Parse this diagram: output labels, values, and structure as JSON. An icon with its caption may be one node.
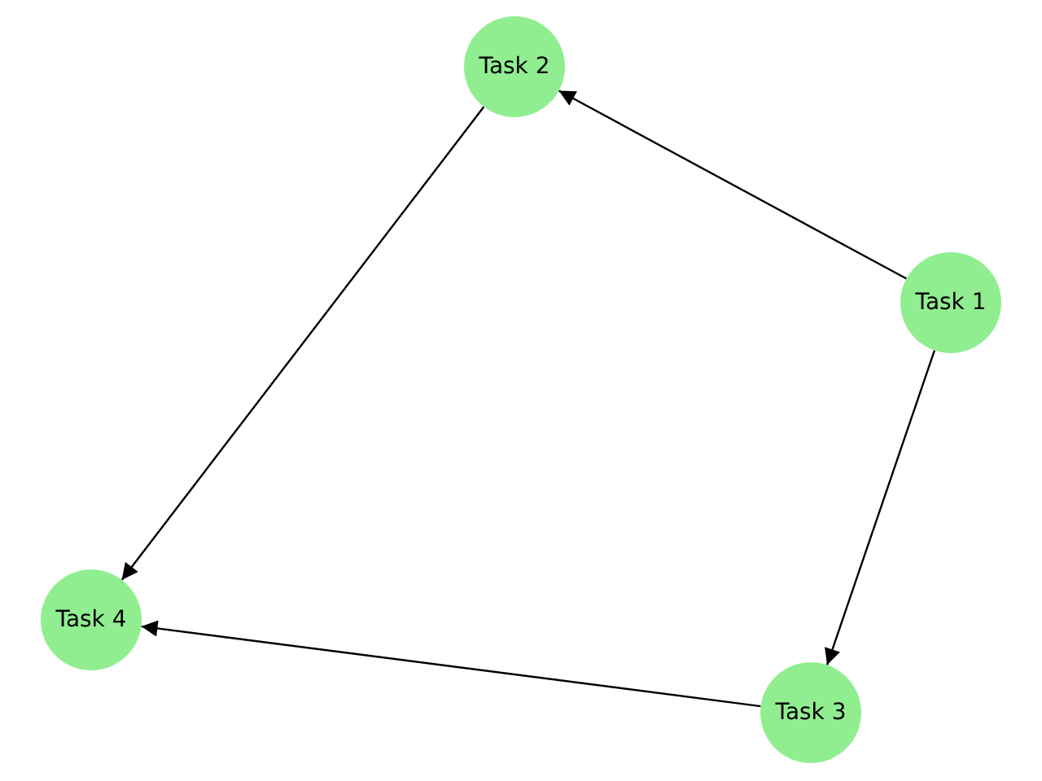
{
  "diagram": {
    "nodes": [
      {
        "text": [
          "Task 1"
        ]
      },
      {
        "text": [
          "Task 2"
        ]
      },
      {
        "text": [
          "Task 3"
        ]
      },
      {
        "text": [
          "Task 4"
        ]
      }
    ],
    "edges": [
      {
        "from": 0,
        "to": 1,
        "arrow": "to"
      },
      {
        "from": 0,
        "to": 2,
        "arrow": "to"
      },
      {
        "from": 1,
        "to": 3,
        "arrow": "to"
      },
      {
        "from": 2,
        "to": 3,
        "arrow": "to"
      }
    ]
  }
}
